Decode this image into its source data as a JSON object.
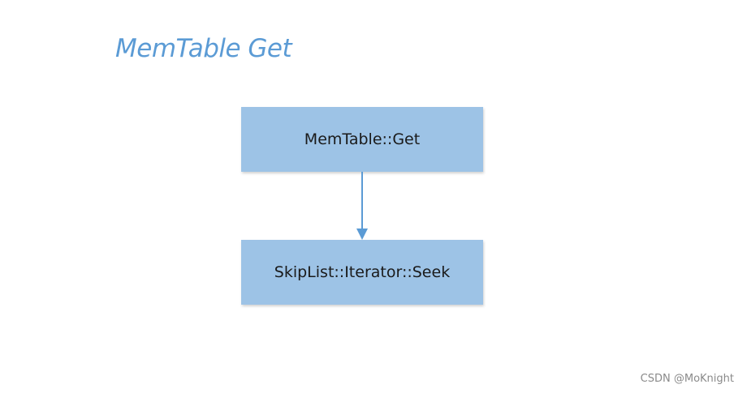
{
  "diagram": {
    "title": "MemTable Get",
    "nodes": [
      {
        "id": "memtable-get",
        "label": "MemTable::Get"
      },
      {
        "id": "skiplist-seek",
        "label": "SkipList::Iterator::Seek"
      }
    ],
    "edges": [
      {
        "from": "memtable-get",
        "to": "skiplist-seek"
      }
    ],
    "colors": {
      "title": "#5b9bd5",
      "node_fill": "#9dc3e6",
      "arrow": "#5b9bd5"
    }
  },
  "watermark": "CSDN @MoKnight"
}
